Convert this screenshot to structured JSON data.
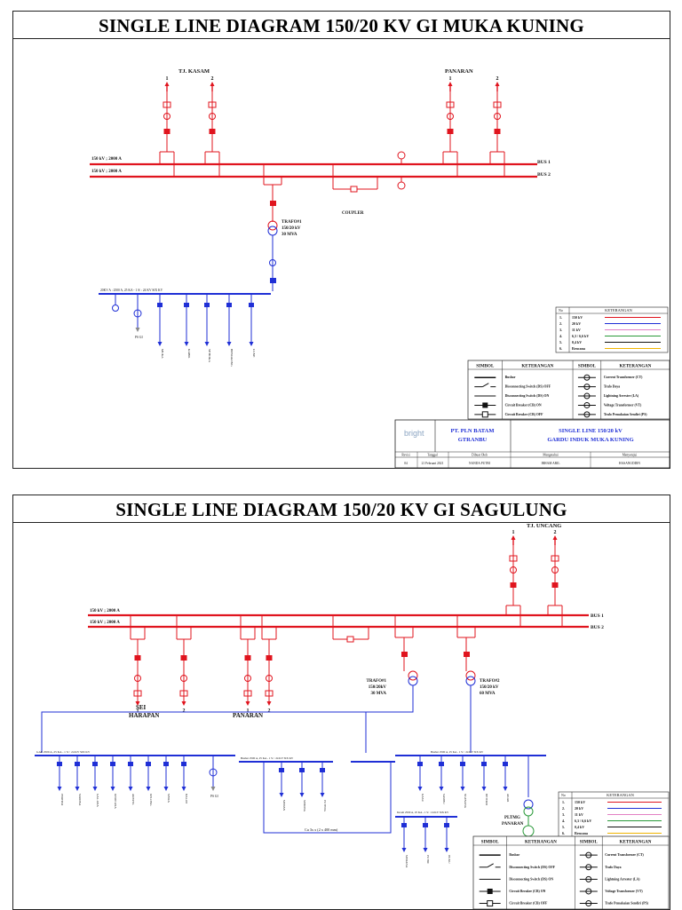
{
  "sheet1": {
    "title": "SINGLE LINE DIAGRAM 150/20 KV GI MUKA KUNING",
    "bay_left_name": "TJ. KASAM",
    "bay_right_name": "PANARAN",
    "bay_numbers": [
      "1",
      "2"
    ],
    "bus_rating_1": "150 kV ; 2000 A",
    "bus_rating_2": "150 kV ; 2000 A",
    "bus1": "BUS 1",
    "bus2": "BUS 2",
    "coupler": "COUPLER",
    "trafo": [
      "TRAFO#1",
      "150/20 kV",
      "30 MVA"
    ],
    "busbar20": "20KV A : 2500 A, 25 KA - 1 S/ : 24 KV SIX KV",
    "outgoings": [
      "MUKA",
      "KABIL",
      "SETIOKA",
      "BENGKONG",
      "LUNE"
    ],
    "ps": "PS GI",
    "legend_title": "KETERANGAN",
    "legend_no": "No",
    "legend_items": [
      {
        "n": "1.",
        "label": "150 kV",
        "color": "#e0141e"
      },
      {
        "n": "2.",
        "label": "20 kV",
        "color": "#1f2fd6"
      },
      {
        "n": "3.",
        "label": "11 kV",
        "color": "#e37fc4"
      },
      {
        "n": "4.",
        "label": "6,3 / 6,6 kV",
        "color": "#2a9a3a"
      },
      {
        "n": "5.",
        "label": "0,4 kV",
        "color": "#111111"
      },
      {
        "n": "6.",
        "label": "Rencana",
        "color": "#f0b400"
      }
    ],
    "sym_headers": [
      "SIMBOL",
      "KETERANGAN",
      "SIMBOL",
      "KETERANGAN"
    ],
    "sym_left": [
      "Busbar",
      "Disconnecting Switch (DS) OFF",
      "Disconnecting Switch (DS) ON",
      "Circuit Breaker (CB) ON",
      "Circuit Breaker (CB) OFF"
    ],
    "sym_right": [
      "Current Transformer (CT)",
      "Trafo Daya",
      "Lightning Arrester (LA)",
      "Voltage Transformer (VT)",
      "Trafo Pemakaian Sendiri (PS)"
    ],
    "company": [
      "PT. PLN BATAM",
      "GTRANBU"
    ],
    "doc_title": [
      "SINGLE LINE 150/20 kV",
      "GARDU INDUK MUKA KUNING"
    ],
    "logo": "bright",
    "footer_headers": [
      "Revisi",
      "Tanggal",
      "Dibuat Oleh",
      "Mengetahui",
      "Menyetujui"
    ],
    "footer_values": [
      "04",
      "21 Februari 2021",
      "NANDA PUTRI",
      "IRHAM ARIL",
      "HASANUDDIN"
    ]
  },
  "sheet2": {
    "title": "SINGLE LINE DIAGRAM 150/20 KV GI SAGULUNG",
    "bay_top_name": "TJ. UNCANG",
    "bay_numbers": [
      "1",
      "2"
    ],
    "bus_rating_1": "150 kV ; 2000 A",
    "bus_rating_2": "150 kV ; 2000 A",
    "bus1": "BUS 1",
    "bus2": "BUS 2",
    "sei_harapan": [
      "SEI",
      "HARAPAN"
    ],
    "panaran": "PANARAN",
    "trafo1": [
      "TRAFO#1",
      "150/20kV",
      "30 MVA"
    ],
    "trafo2": [
      "TRAFO#2",
      "150/20 kV",
      "60 MVA"
    ],
    "busbar_a": "GAE 2500 A, 25 KA - 1 S/ : 24 KV SIX KV",
    "busbar_b": "Busbar 2500 A, 25 KA - 1 S/ : 24 KV SIX KV",
    "busbar_c": "Busbar 2500 A, 25 KA - 1 S/ : 24 KV SIX KV",
    "busbar_d": "Incom 2500 A, 25 KA - 1 S/ : 24 KV SIX KV",
    "cable": "Cu 3x x (2 x 400 mm)",
    "outgoings_a": [
      "PERTIWI",
      "MARINA",
      "GAL.ANA",
      "KEMP.ANA",
      "ARSYEL",
      "KELONG",
      "MYRA",
      "BAL.ID"
    ],
    "outgoings_b": [
      "MEDAN",
      "SEBONG",
      "PUTENG"
    ],
    "outgoings_c": [
      "KASU",
      "SAMBU",
      "NGENANG",
      "BETORO",
      "AKAR"
    ],
    "outgoings_d": [
      "MERANA",
      "PUTRI",
      "DUKU"
    ],
    "pltmg": [
      "PLTMG",
      "PANARAN"
    ],
    "ps": "PS GI",
    "legend_title": "KETERANGAN",
    "legend_no": "No",
    "legend_items": [
      {
        "n": "1.",
        "label": "150 kV",
        "color": "#e0141e"
      },
      {
        "n": "2.",
        "label": "20 kV",
        "color": "#1f2fd6"
      },
      {
        "n": "3.",
        "label": "11 kV",
        "color": "#e37fc4"
      },
      {
        "n": "4.",
        "label": "6,3 / 6,6 kV",
        "color": "#2a9a3a"
      },
      {
        "n": "5.",
        "label": "0,4 kV",
        "color": "#111111"
      },
      {
        "n": "6.",
        "label": "Rencana",
        "color": "#f0b400"
      }
    ],
    "sym_headers": [
      "SIMBOL",
      "KETERANGAN",
      "SIMBOL",
      "KETERANGAN"
    ],
    "sym_left": [
      "Busbar",
      "Disconnecting Switch (DS) OFF",
      "Disconnecting Switch (DS) ON",
      "Circuit Breaker (CB) ON",
      "Circuit Breaker (CB) OFF"
    ],
    "sym_right": [
      "Current Transformer (CT)",
      "Trafo Daya",
      "Lightning Arrester (LA)",
      "Voltage Transformer (VT)",
      "Trafo Pemakaian Sendiri (PS)"
    ]
  }
}
